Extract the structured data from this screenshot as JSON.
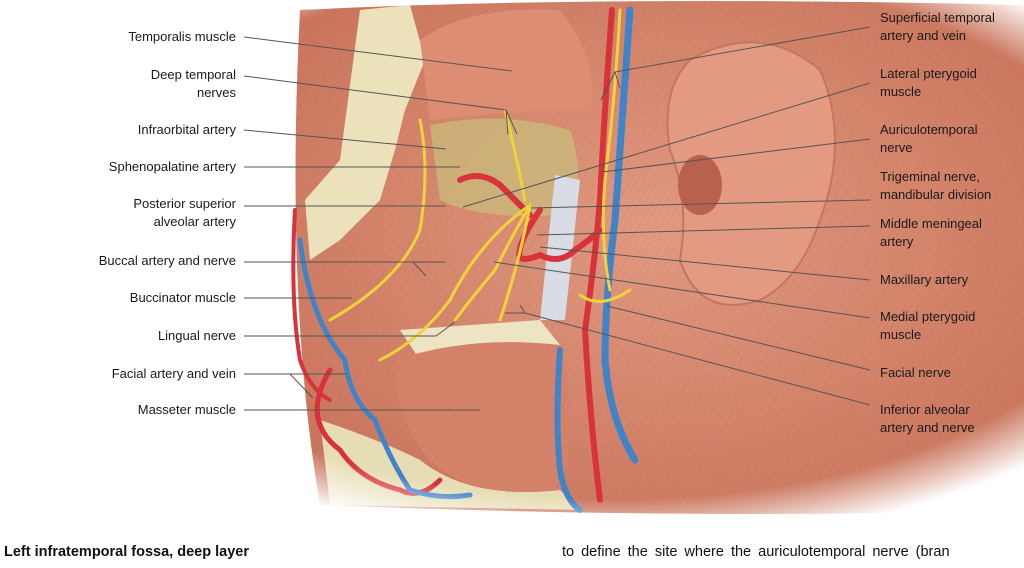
{
  "figure": {
    "left_labels": [
      {
        "lines": [
          "Temporalis muscle"
        ]
      },
      {
        "lines": [
          "Deep temporal",
          "nerves"
        ]
      },
      {
        "lines": [
          "Infraorbital artery"
        ]
      },
      {
        "lines": [
          "Sphenopalatine artery"
        ]
      },
      {
        "lines": [
          "Posterior superior",
          "alveolar artery"
        ]
      },
      {
        "lines": [
          "Buccal artery and nerve"
        ]
      },
      {
        "lines": [
          "Buccinator muscle"
        ]
      },
      {
        "lines": [
          "Lingual nerve"
        ]
      },
      {
        "lines": [
          "Facial artery and vein"
        ]
      },
      {
        "lines": [
          "Masseter muscle"
        ]
      }
    ],
    "right_labels": [
      {
        "lines": [
          "Superficial temporal",
          "artery and vein"
        ]
      },
      {
        "lines": [
          "Lateral pterygoid",
          "muscle"
        ]
      },
      {
        "lines": [
          "Auriculotemporal",
          "nerve"
        ]
      },
      {
        "lines": [
          "Trigeminal nerve,",
          "mandibular division"
        ]
      },
      {
        "lines": [
          "Middle meningeal",
          "artery"
        ]
      },
      {
        "lines": [
          "Maxillary artery"
        ]
      },
      {
        "lines": [
          "Medial pterygoid",
          "muscle"
        ]
      },
      {
        "lines": [
          "Facial nerve"
        ]
      },
      {
        "lines": [
          "Inferior alveolar",
          "artery and nerve"
        ]
      }
    ]
  },
  "caption": "Left infratemporal fossa, deep layer",
  "body_text": "to define the site where the auriculotemporal nerve (bran",
  "colors": {
    "muscle": "#d98a72",
    "bone": "#e9dfb8",
    "artery": "#d8323a",
    "vein": "#3f84c8",
    "nerve": "#f0d23a"
  }
}
